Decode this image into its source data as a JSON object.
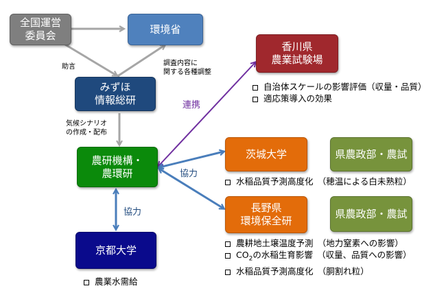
{
  "nodes": {
    "zenkoku": [
      "全国運営",
      "委員会"
    ],
    "kankyosho": [
      "環境省"
    ],
    "mizuho": [
      "みずほ",
      "情報総研"
    ],
    "noken": [
      "農研機構・",
      "農環研"
    ],
    "kyoto": [
      "京都大学"
    ],
    "kagawa": [
      "香川県",
      "農業試験場"
    ],
    "ibaraki": [
      "茨城大学"
    ],
    "ken1": [
      "県農政部・農試"
    ],
    "nagano": [
      "長野県",
      "環境保全研"
    ],
    "ken2": [
      "県農政部・農試"
    ]
  },
  "edge_labels": {
    "jogen": "助言",
    "chosa": [
      "調査内容に",
      "関する各種調整"
    ],
    "kikou": [
      "気候シナリオ",
      "の作成・配布"
    ],
    "renkei": "連携",
    "kyoryoku_right": "協力",
    "kyoryoku_down": "協力"
  },
  "bullets": {
    "kagawa": [
      "自治体スケールの影響評価（収量・品質）",
      "適応策導入の効果"
    ],
    "ibaraki": [
      "水稲品質予測高度化　（穂温による白未熟粒）"
    ],
    "nagano": [
      {
        "pre": "農耕地土壌温度予測　（地力窒素への影響）"
      },
      {
        "pre": "CO",
        "sub": "2",
        "post": "の水稲生育影響　（収量、品質への影響）"
      },
      {
        "pre": "水稲品質予測高度化　（胴割れ粒）"
      }
    ],
    "kyoto": [
      "農業水需給"
    ]
  },
  "colors": {
    "gray": "#7f7f7f",
    "blue": "#4f81bd",
    "dark_blue": "#1f497d",
    "green": "#0b8a0b",
    "navy": "#0a0a8c",
    "red": "#a0282d",
    "orange": "#e36c0a",
    "light_green": "#77933c",
    "arrow_gray": "#a6a6a6",
    "arrow_blue": "#4a7ebb",
    "arrow_purple": "#7030a0"
  }
}
